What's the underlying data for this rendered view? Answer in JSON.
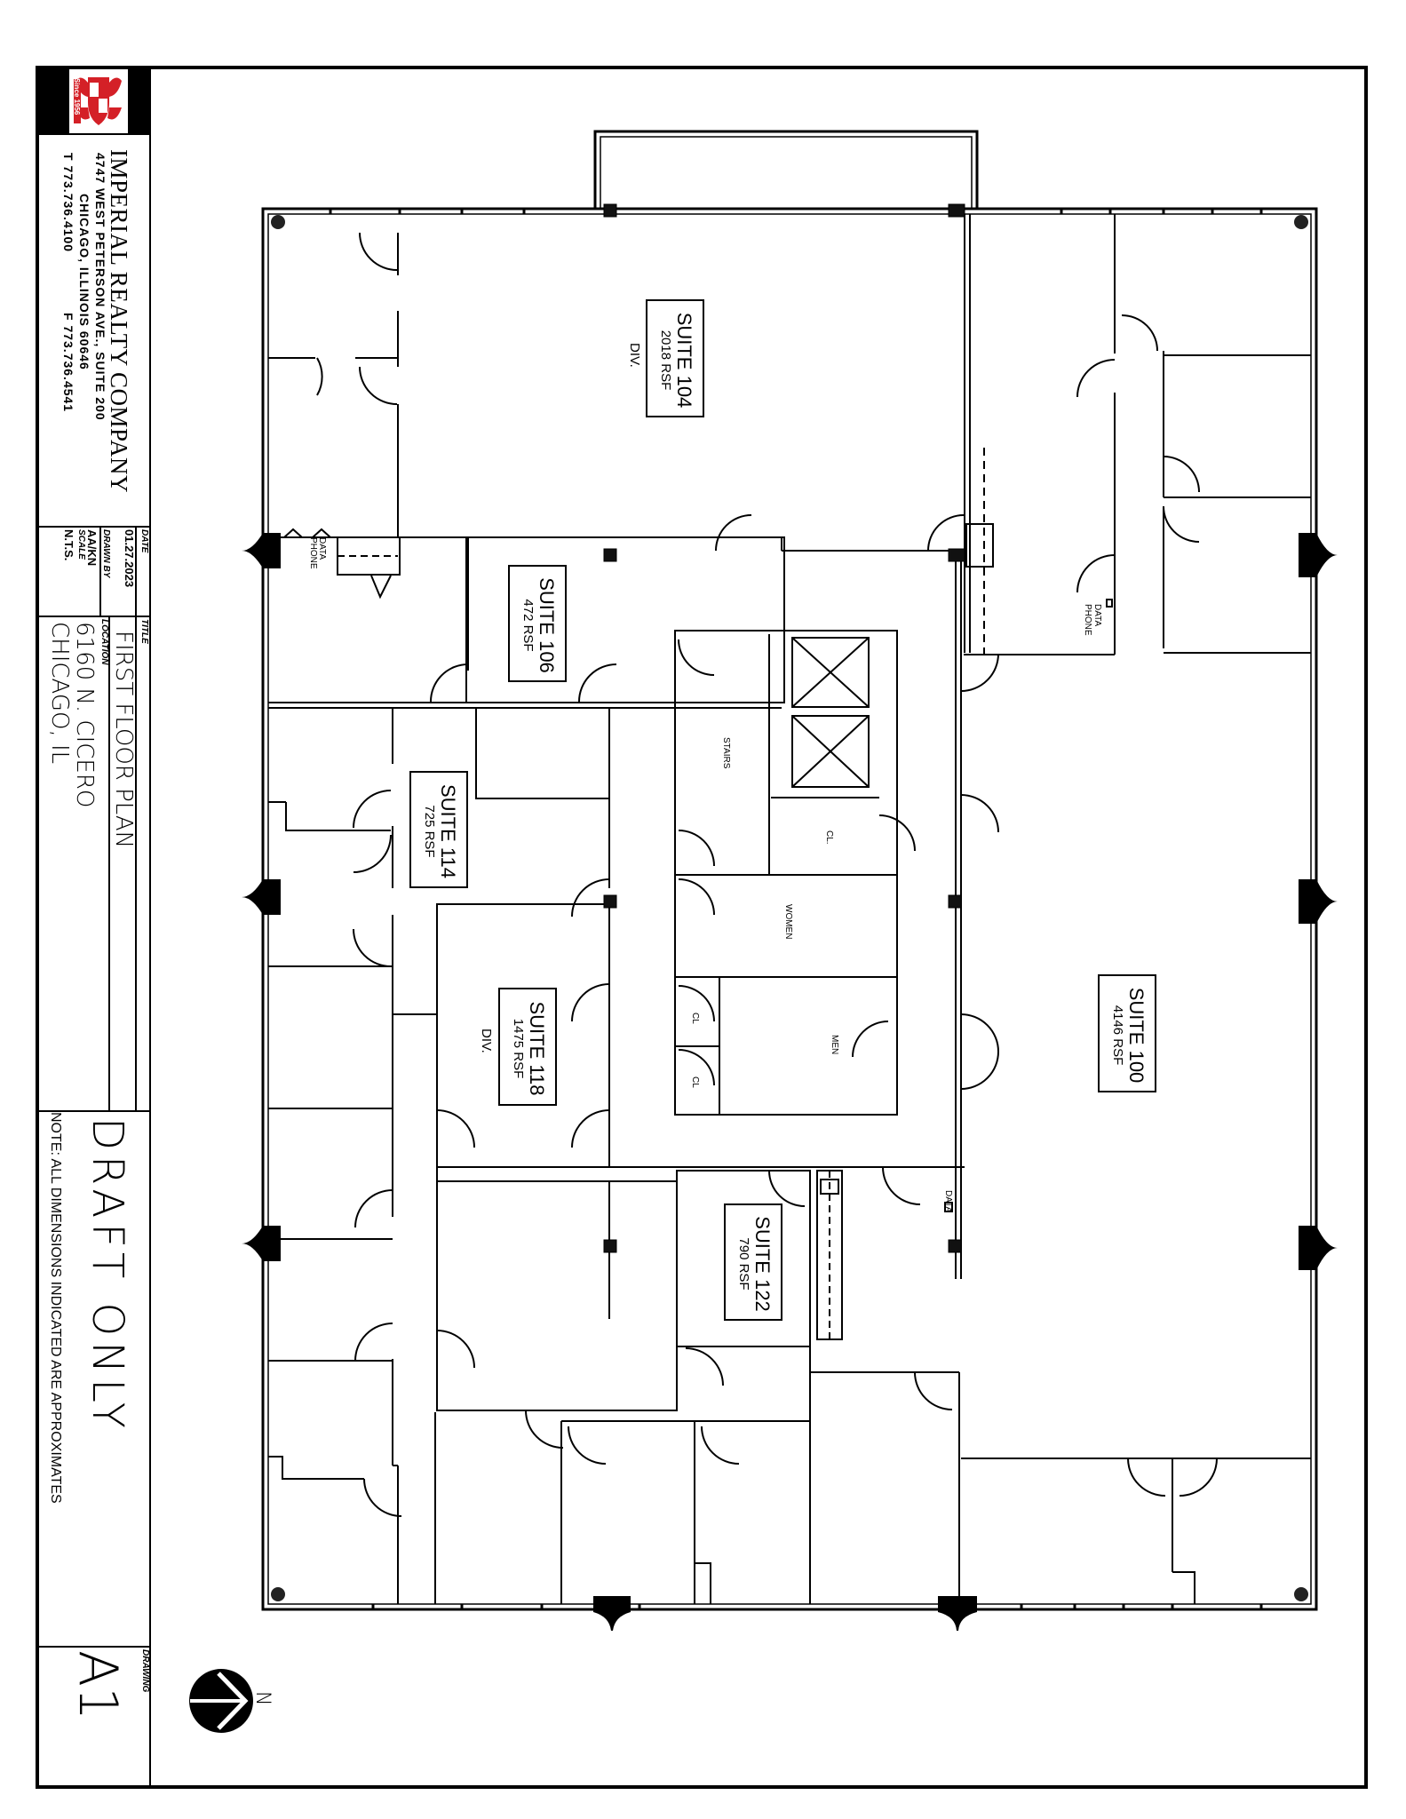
{
  "title_block": {
    "company": {
      "name": "IMPERIAL REALTY COMPANY",
      "address_line1": "4747 WEST PETERSON AVE., SUITE 200",
      "address_line2": "CHICAGO, ILLINOIS 60646",
      "phone": "T 773.736.4100",
      "fax": "F 773.736.4541",
      "logo_text": "Since 1956",
      "logo_color": "#d42027"
    },
    "date_label": "DATE",
    "date_value": "01.27.2023",
    "drawn_by_label": "DRAWN BY",
    "drawn_by_value": "AA/KN",
    "scale_label": "SCALE",
    "scale_value": "N.T.S.",
    "title_label": "TITLE",
    "title_value": "FIRST FLOOR PLAN",
    "location_label": "LOCATION",
    "location_line1": "6160 N. CICERO",
    "location_line2": "CHICAGO, IL",
    "stamp": "DRAFT ONLY",
    "note": "NOTE: ALL DIMENSIONS INDICATED ARE APPROXIMATES",
    "drawing_label": "DRAWING",
    "drawing_value": "A1"
  },
  "north_arrow": {
    "label": "N",
    "icon": "north-arrow-icon"
  },
  "plan": {
    "suites": [
      {
        "id": "suite-104",
        "name": "SUITE 104",
        "rsf": "2018 RSF",
        "note": "DIV."
      },
      {
        "id": "suite-106",
        "name": "SUITE 106",
        "rsf": "472 RSF",
        "note": ""
      },
      {
        "id": "suite-114",
        "name": "SUITE 114",
        "rsf": "725 RSF",
        "note": ""
      },
      {
        "id": "suite-118",
        "name": "SUITE 118",
        "rsf": "1475 RSF",
        "note": "DIV."
      },
      {
        "id": "suite-122",
        "name": "SUITE 122",
        "rsf": "790 RSF",
        "note": ""
      },
      {
        "id": "suite-100",
        "name": "SUITE 100",
        "rsf": "4146 RSF",
        "note": ""
      }
    ],
    "rooms": {
      "stairs": "STAIRS",
      "closet": "CL.",
      "women": "WOMEN",
      "men": "MEN",
      "closet_a": "CL",
      "closet_b": "CL"
    },
    "utility_labels": {
      "data": "DATA",
      "phone": "PHONE",
      "data_only": "DATA"
    }
  }
}
